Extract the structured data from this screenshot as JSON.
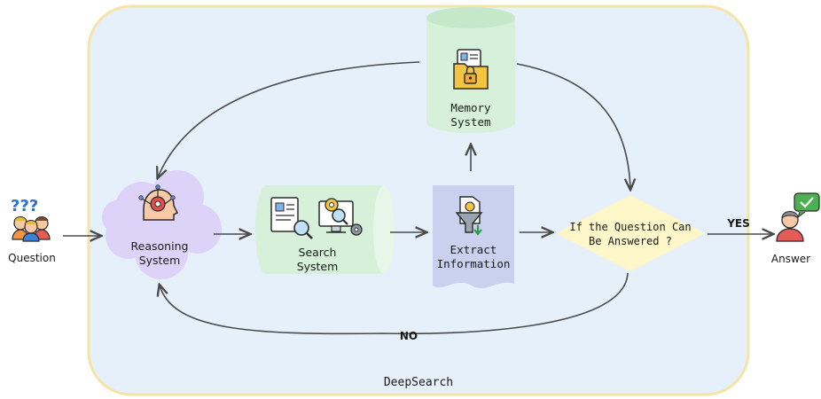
{
  "container": {
    "label": "DeepSearch"
  },
  "nodes": {
    "question": {
      "label": "Question",
      "icon": "confused-people-icon"
    },
    "reasoning": {
      "line1": "Reasoning",
      "line2": "System",
      "icon": "brain-gear-icon"
    },
    "search": {
      "line1": "Search",
      "line2": "System",
      "icon": "document-search-icon"
    },
    "extract": {
      "line1": "Extract",
      "line2": "Information",
      "icon": "funnel-filter-icon"
    },
    "memory": {
      "line1": "Memory",
      "line2": "System",
      "icon": "locked-folder-icon"
    },
    "decision": {
      "line1": "If the Question Can",
      "line2": "Be Answered ?"
    },
    "answer": {
      "label": "Answer",
      "icon": "person-check-icon"
    }
  },
  "edges": {
    "yes": "YES",
    "no": "NO"
  },
  "colors": {
    "container_fill": "#e6f0fb",
    "container_border": "#f6e3a6",
    "cloud": "#ddd2f7",
    "cylinder": "#d6f0da",
    "document": "#c9d1ef",
    "diamond": "#fcf6c8",
    "arrow": "#4a4a4a"
  }
}
